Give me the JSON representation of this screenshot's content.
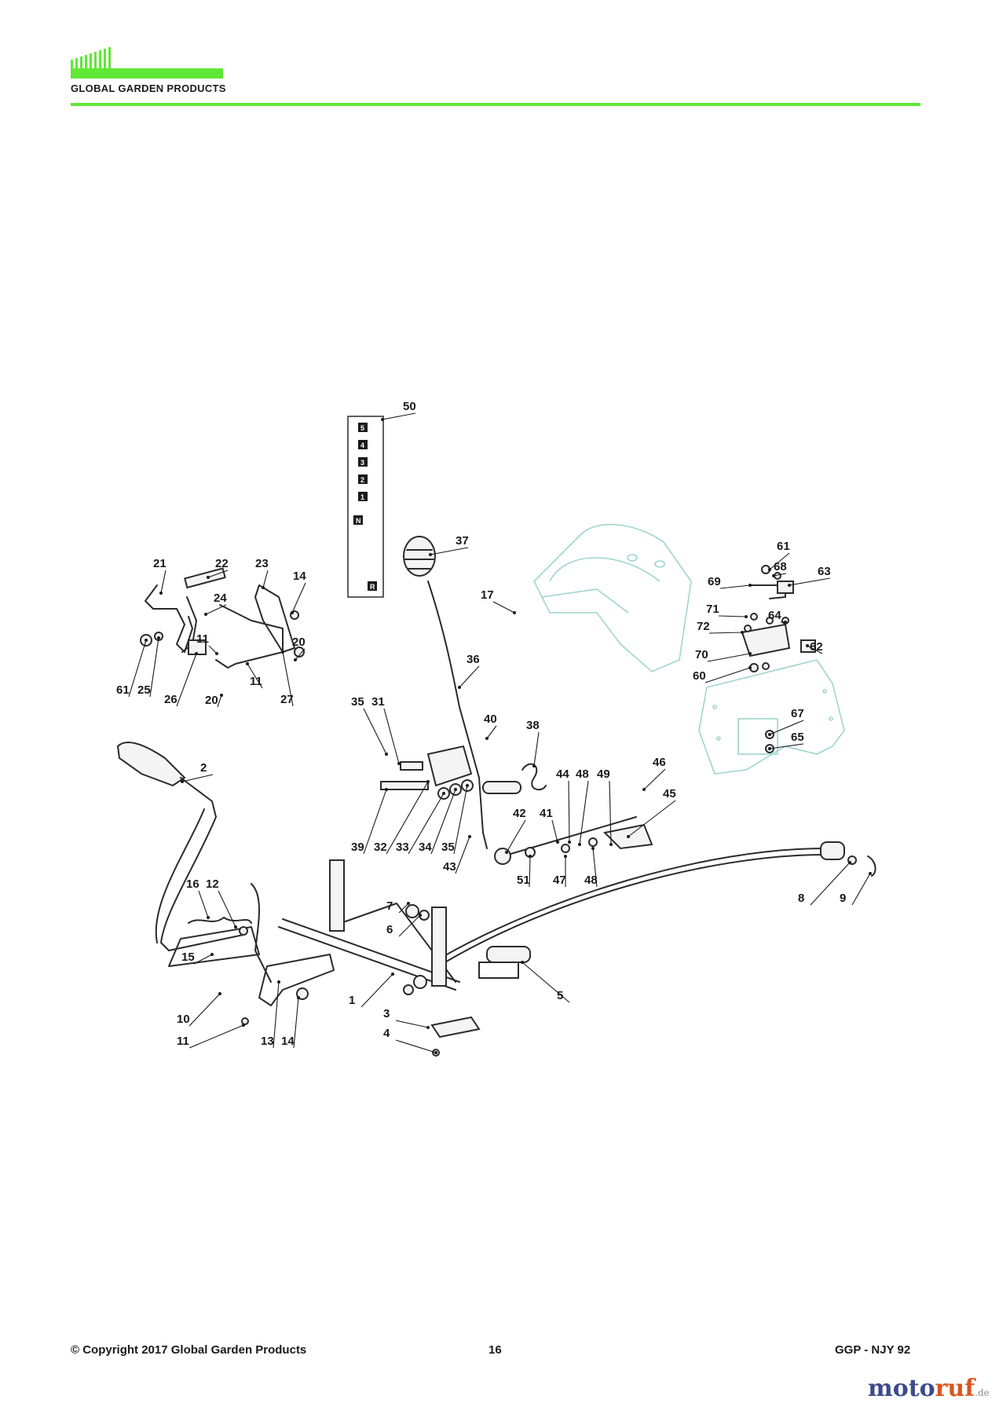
{
  "header": {
    "brand": "GLOBAL GARDEN PRODUCTS",
    "accent_color": "#5fe836"
  },
  "diagram": {
    "gear_plate": [
      "5",
      "4",
      "3",
      "2",
      "1",
      "N",
      "R"
    ],
    "callouts": [
      "50",
      "37",
      "21",
      "22",
      "23",
      "14",
      "24",
      "11",
      "20",
      "61",
      "25",
      "26",
      "11",
      "27",
      "20",
      "17",
      "36",
      "35",
      "31",
      "40",
      "38",
      "39",
      "32",
      "33",
      "34",
      "35",
      "43",
      "42",
      "41",
      "44",
      "48",
      "49",
      "46",
      "45",
      "51",
      "47",
      "48",
      "2",
      "16",
      "12",
      "15",
      "10",
      "11",
      "13",
      "14",
      "7",
      "6",
      "1",
      "3",
      "4",
      "5",
      "8",
      "9",
      "61",
      "68",
      "63",
      "69",
      "71",
      "64",
      "72",
      "62",
      "70",
      "60",
      "67",
      "65"
    ]
  },
  "footer": {
    "copyright": "© Copyright 2017 Global Garden Products",
    "page_number": "16",
    "model": "GGP - NJY 92"
  },
  "watermark": {
    "part1": "moto",
    "part2": "ruf",
    "suffix": ".de"
  }
}
